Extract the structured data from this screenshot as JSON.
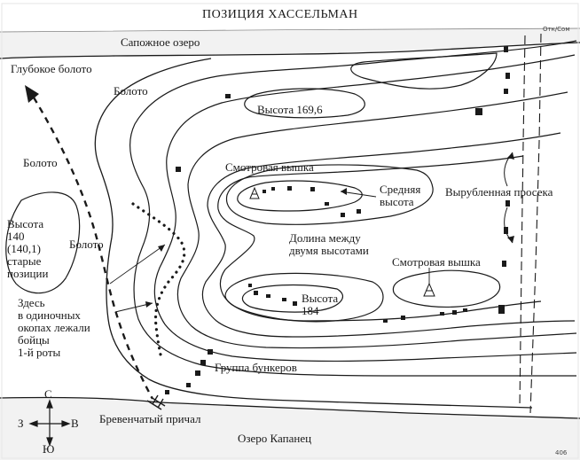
{
  "title": "ПОЗИЦИЯ ХАССЕЛЬМАН",
  "labels": {
    "lake_north": "Сапожное озеро",
    "deep_swamp": "Глубокое болото",
    "swamp_top": "Болото",
    "swamp_left": "Болото",
    "swamp_mid": "Болото",
    "height_169": "Высота 169,6",
    "watchtower_1": "Смотровая вышка",
    "middle_height": "Средняя\nвысота",
    "clearing": "Вырубленная просека",
    "height_140": "Высота\n140\n(140,1)\nстарые\nпозиции",
    "valley": "Долина между\nдвумя высотами",
    "watchtower_2": "Смотровая вышка",
    "height_184": "Высота\n184",
    "trenches_note": "Здесь\nв одиночных\nокопах лежали\nбойцы\n1-й роты",
    "bunkers": "Группа бункеров",
    "log_pier": "Бревенчатый причал",
    "lake_south": "Озеро Капанец",
    "corner_top": "Отк/Сом",
    "corner_bottom": "406"
  },
  "compass": {
    "north": "С",
    "south": "Ю",
    "west": "З",
    "east": "В"
  },
  "colors": {
    "ink": "#1a1a1a",
    "paper": "#ffffff",
    "lake": "#f2f2f2"
  }
}
